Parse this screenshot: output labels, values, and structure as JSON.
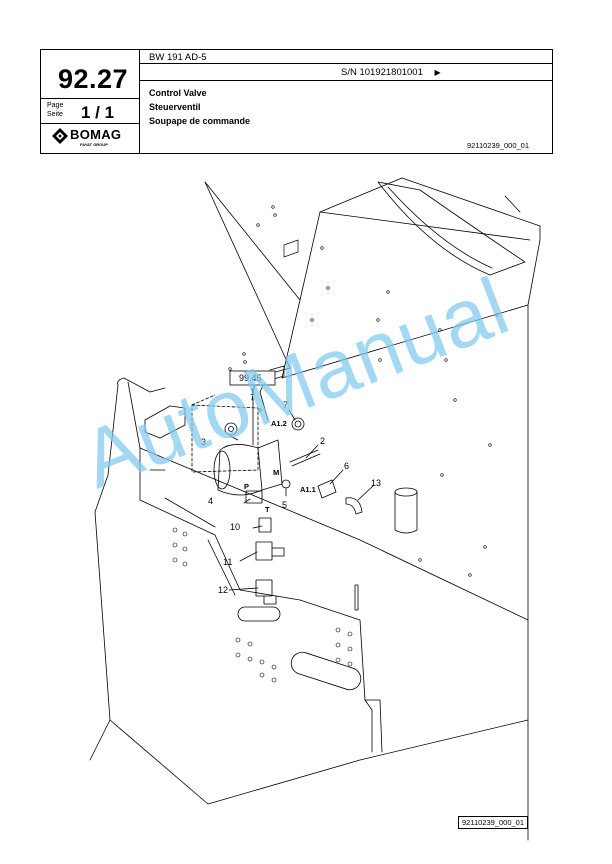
{
  "header": {
    "page_number": "92.27",
    "page_label_en": "Page",
    "page_label_de": "Seite",
    "page_count": "1 / 1",
    "brand": "BOMAG",
    "brand_sub": "FAYAT GROUP",
    "model": "BW 191 AD-5",
    "serial": "S/N 101921801001",
    "serial_arrow": "▶",
    "title_en": "Control Valve",
    "title_de": "Steuerventil",
    "title_fr": "Soupape de commande",
    "doc_number": "92110239_000_01"
  },
  "drawing": {
    "reference_box": "99.45",
    "part_numbers": [
      "1",
      "2",
      "3",
      "4",
      "5",
      "6",
      "7",
      "10",
      "11",
      "12",
      "13"
    ],
    "port_labels": [
      "A1.2",
      "A1.1",
      "P",
      "T",
      "M"
    ],
    "watermark": "AutoManual"
  },
  "footer": {
    "doc_number": "92110239_000_01"
  }
}
